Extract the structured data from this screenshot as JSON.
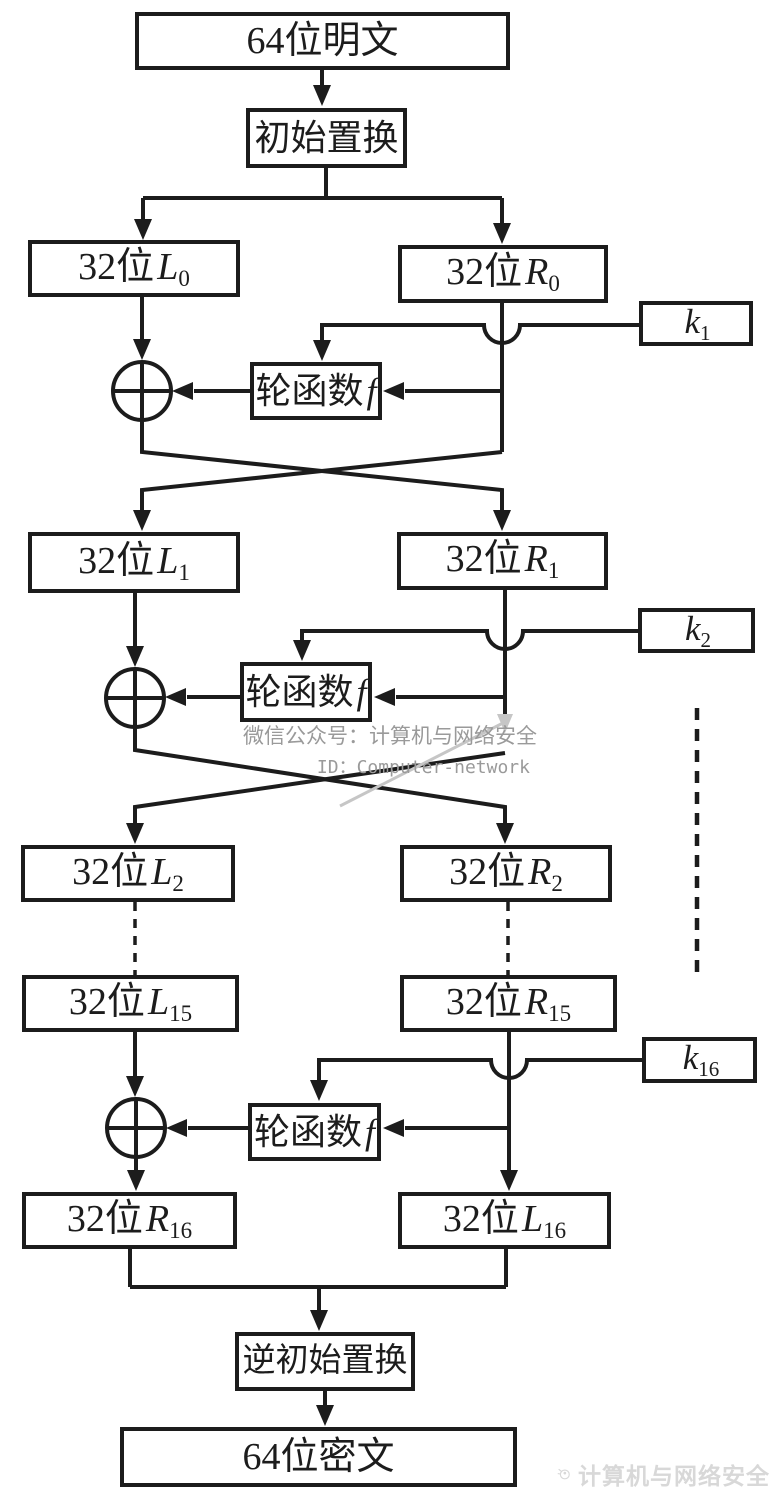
{
  "colors": {
    "line": "#1c1c1c",
    "box_bg": "#ffffff",
    "watermark_text": "#9a9a9a",
    "watermark_swoosh": "#c6c6c6",
    "footer_watermark": "#d8d8d8",
    "background": "#ffffff"
  },
  "nodes": {
    "plaintext": {
      "label": "64位明文"
    },
    "initial_permutation": {
      "label": "初始置换"
    },
    "l0": {
      "pre": "32位",
      "var": "L",
      "sub": "0"
    },
    "r0": {
      "pre": "32位",
      "var": "R",
      "sub": "0"
    },
    "k1": {
      "var": "k",
      "sub": "1"
    },
    "f1": {
      "pre": "轮函数",
      "var": "f"
    },
    "l1": {
      "pre": "32位",
      "var": "L",
      "sub": "1"
    },
    "r1": {
      "pre": "32位",
      "var": "R",
      "sub": "1"
    },
    "k2": {
      "var": "k",
      "sub": "2"
    },
    "f2": {
      "pre": "轮函数",
      "var": "f"
    },
    "l2": {
      "pre": "32位",
      "var": "L",
      "sub": "2"
    },
    "r2": {
      "pre": "32位",
      "var": "R",
      "sub": "2"
    },
    "l15": {
      "pre": "32位",
      "var": "L",
      "sub": "15"
    },
    "r15": {
      "pre": "32位",
      "var": "R",
      "sub": "15"
    },
    "k16": {
      "var": "k",
      "sub": "16"
    },
    "f16": {
      "pre": "轮函数",
      "var": "f"
    },
    "r16": {
      "pre": "32位",
      "var": "R",
      "sub": "16"
    },
    "l16": {
      "pre": "32位",
      "var": "L",
      "sub": "16"
    },
    "inverse_permutation": {
      "label": "逆初始置换"
    },
    "ciphertext": {
      "label": "64位密文"
    }
  },
  "watermark": {
    "line1": "微信公众号：计算机与网络安全",
    "line2": "ID：Computer-network"
  },
  "footer": {
    "brand": "计算机与网络安全"
  }
}
